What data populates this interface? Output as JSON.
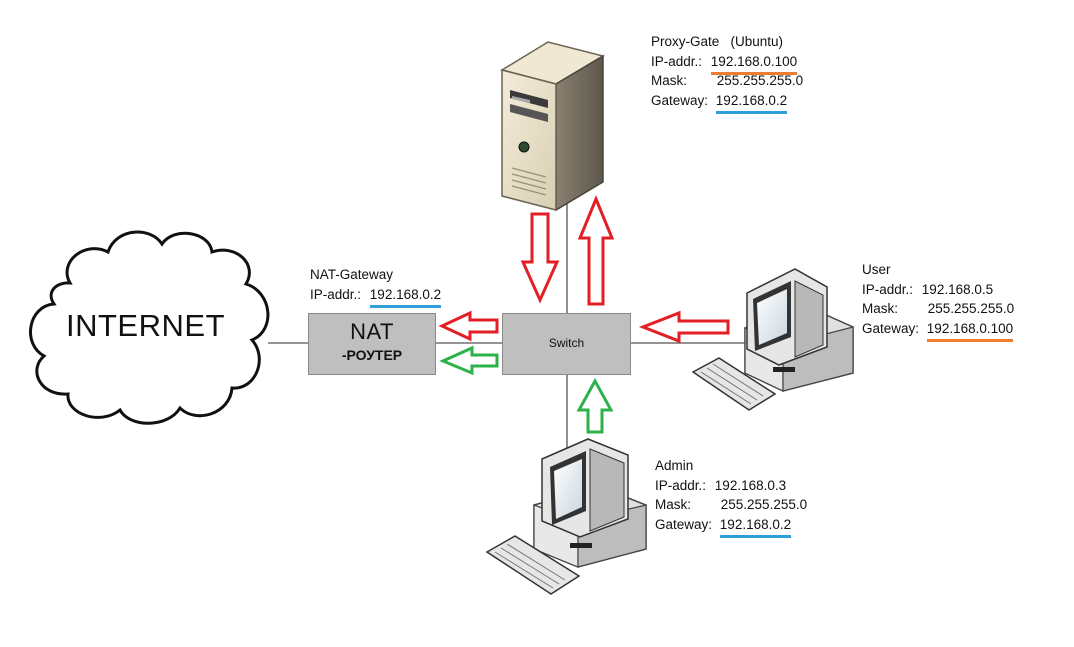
{
  "internet": {
    "label": "INTERNET"
  },
  "nat": {
    "title": "NAT",
    "subtitle": "-РОУТЕР",
    "caption": "NAT-Gateway",
    "ip_key": "IP-addr.:",
    "ip": "192.168.0.2"
  },
  "switch": {
    "label": "Switch"
  },
  "proxy": {
    "title": "Proxy-Gate   (Ubuntu)",
    "ip_key": "IP-addr.:",
    "ip": "192.168.0.100",
    "mask_key": "Mask:",
    "mask": "255.255.255.0",
    "gw_key": "Gateway:",
    "gw": "192.168.0.2"
  },
  "user": {
    "title": "User",
    "ip_key": "IP-addr.:",
    "ip": "192.168.0.5",
    "mask_key": "Mask:",
    "mask": "255.255.255.0",
    "gw_key": "Gateway:",
    "gw": "192.168.0.100"
  },
  "admin": {
    "title": "Admin",
    "ip_key": "IP-addr.:",
    "ip": "192.168.0.3",
    "mask_key": "Mask:",
    "mask": "255.255.255.0",
    "gw_key": "Gateway:",
    "gw": "192.168.0.2"
  },
  "colors": {
    "red_arrow": "#e31e24",
    "green_arrow": "#2db24a",
    "orange_underline": "#ed7d31",
    "blue_underline": "#2e9fd8",
    "box_fill": "#bfbfbf"
  }
}
